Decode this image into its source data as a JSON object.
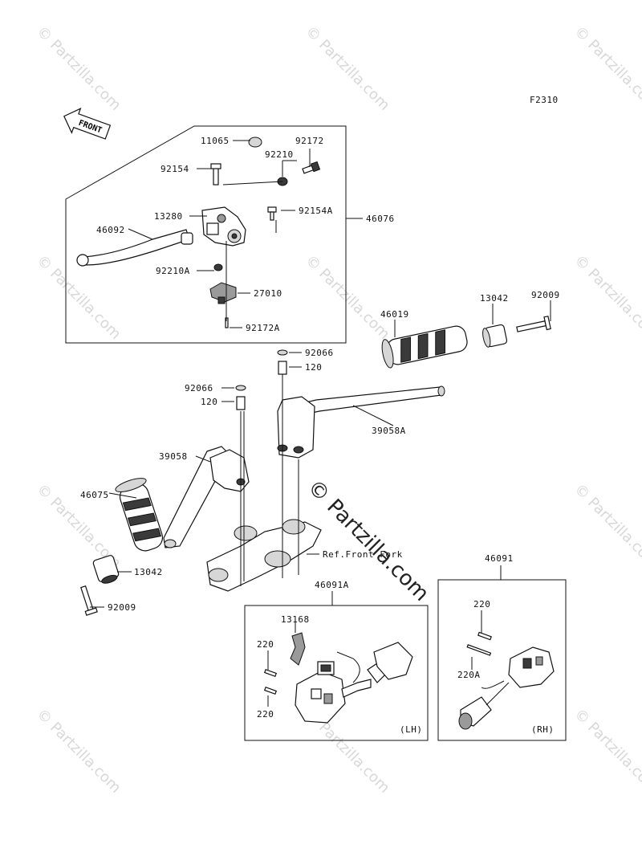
{
  "figure_code": "F2310",
  "front_arrow_label": "FRONT",
  "watermark_text": "© Partzilla.com",
  "center_watermark": "© Partzilla.com",
  "ref_text": "Ref.Front Fork",
  "labels": {
    "p11065": "11065",
    "p92172_top": "92172",
    "p92210": "92210",
    "p92154": "92154",
    "p13280": "13280",
    "p92154A": "92154A",
    "p46092": "46092",
    "p46076": "46076",
    "p92210A": "92210A",
    "p27010": "27010",
    "p92172A": "92172A",
    "p46019": "46019",
    "p13042_right": "13042",
    "p92009_right": "92009",
    "p92066_right": "92066",
    "p120_right": "120",
    "p92066_left": "92066",
    "p120_left": "120",
    "p39058A": "39058A",
    "p39058": "39058",
    "p46075": "46075",
    "p13042_left": "13042",
    "p92009_left": "92009",
    "p46091A": "46091A",
    "p46091": "46091",
    "p13168": "13168",
    "p220_lh_a": "220",
    "p220_lh_b": "220",
    "p220_rh": "220",
    "p220A": "220A",
    "lh": "(LH)",
    "rh": "(RH)"
  }
}
